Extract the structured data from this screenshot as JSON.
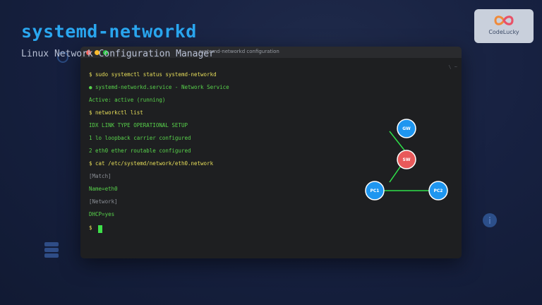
{
  "page": {
    "title": "systemd-networkd",
    "subtitle": "Linux Network Configuration Manager"
  },
  "logo": {
    "text": "CodeLucky"
  },
  "terminal": {
    "window_title": "systemd-networkd configuration",
    "corner_mark": "\\ ~",
    "lines": [
      {
        "text": "$ sudo systemctl status systemd-networkd",
        "color": "yellow"
      },
      {
        "text": "● systemd-networkd.service - Network Service",
        "color": "green"
      },
      {
        "text": "Active: active (running)",
        "color": "green"
      },
      {
        "text": "$ networkctl list",
        "color": "yellow"
      },
      {
        "text": "IDX LINK TYPE OPERATIONAL SETUP",
        "color": "green"
      },
      {
        "text": "1 lo loopback carrier configured",
        "color": "green"
      },
      {
        "text": "2 eth0 ether routable configured",
        "color": "green"
      },
      {
        "text": "$ cat /etc/systemd/network/eth0.network",
        "color": "yellow"
      },
      {
        "text": "[Match]",
        "color": "gray"
      },
      {
        "text": "Name=eth0",
        "color": "green"
      },
      {
        "text": "[Network]",
        "color": "gray"
      },
      {
        "text": "DHCP=yes",
        "color": "green"
      },
      {
        "text": "$",
        "color": "yellow"
      }
    ]
  },
  "network_diagram": {
    "nodes": [
      {
        "id": "GW",
        "label": "GW",
        "color": "#1e96f0"
      },
      {
        "id": "SW",
        "label": "SW",
        "color": "#e8595a"
      },
      {
        "id": "PC1",
        "label": "PC1",
        "color": "#1e96f0"
      },
      {
        "id": "PC2",
        "label": "PC2",
        "color": "#1e96f0"
      }
    ],
    "link_color": "#2ee04a"
  },
  "colors": {
    "title": "#2aa7f0",
    "prompt_yellow": "#e8df5a",
    "output_green": "#58d24b",
    "config_gray": "#8b8f96",
    "terminal_bg": "#1e1f21"
  },
  "background_icons": [
    "server-stack-icon",
    "globe-icon",
    "info-icon"
  ]
}
